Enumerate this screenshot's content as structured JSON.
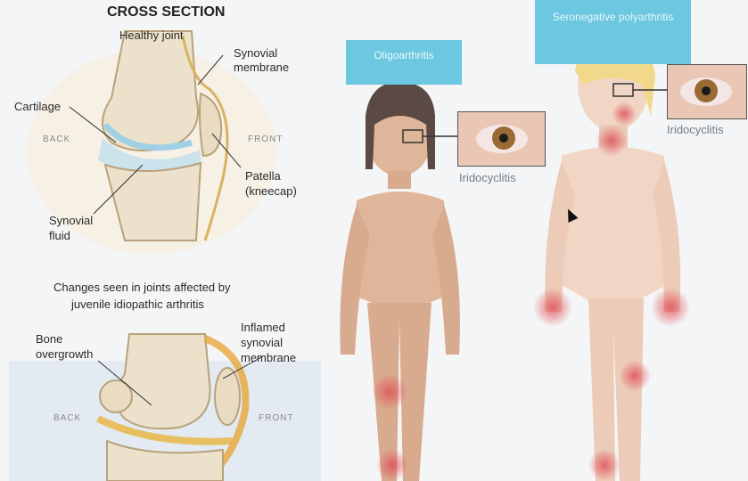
{
  "cross_section": {
    "title": "CROSS SECTION",
    "subtitle": "Healthy joint",
    "labels": {
      "synovial_membrane_1": "Synovial",
      "synovial_membrane_2": "membrane",
      "cartilage": "Cartilage",
      "back": "BACK",
      "front": "FRONT",
      "patella_1": "Patella",
      "patella_2": "(kneecap)",
      "synovial_fluid_1": "Synovial",
      "synovial_fluid_2": "fluid"
    }
  },
  "jia": {
    "caption_1": "Changes seen in joints affected by",
    "caption_2": "juvenile idiopathic arthritis",
    "labels": {
      "bone_1": "Bone",
      "bone_2": "overgrowth",
      "inflamed_1": "Inflamed",
      "inflamed_2": "synovial",
      "inflamed_3": "membrane",
      "back": "BACK",
      "front": "FRONT"
    }
  },
  "oligo": {
    "tag": "Oligoarthritis",
    "eye_label": "Iridocyclitis"
  },
  "poly": {
    "tag": "Seronegative polyarthritis",
    "eye_label": "Iridocyclitis"
  },
  "colors": {
    "tag": "#6cc7e0",
    "inflammation": "#e0505a",
    "skin_child1": "#e0b69a",
    "skin_child2": "#f1d6c6"
  }
}
